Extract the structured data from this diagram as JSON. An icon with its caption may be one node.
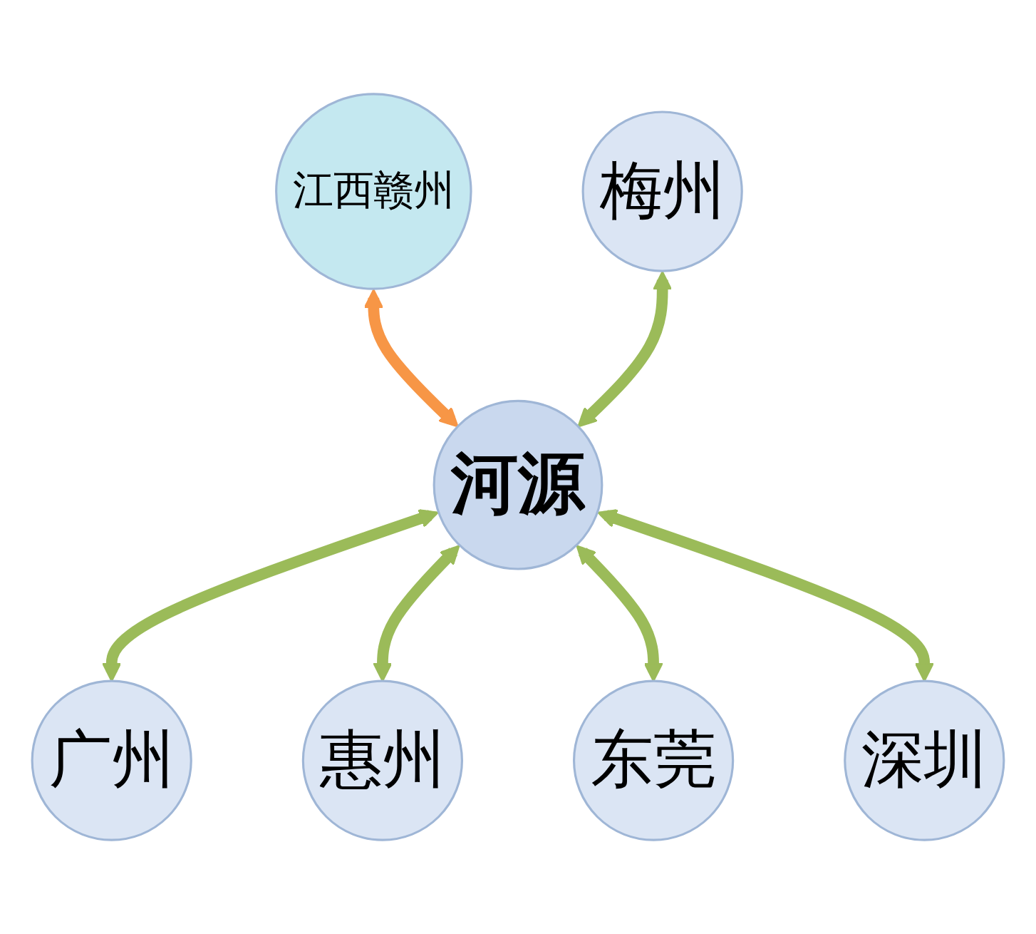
{
  "diagram": {
    "nodes": [
      {
        "text": [
          "江西赣州"
        ]
      },
      {
        "text": [
          "梅州"
        ]
      },
      {
        "text": [
          "河源"
        ]
      },
      {
        "text": [
          "广州"
        ]
      },
      {
        "text": [
          "惠州"
        ]
      },
      {
        "text": [
          "东莞"
        ]
      },
      {
        "text": [
          "深圳"
        ]
      }
    ],
    "edges": [
      {
        "from": 0,
        "to": 2,
        "arrow": "both",
        "color": "#f79646"
      },
      {
        "from": 1,
        "to": 2,
        "arrow": "both"
      },
      {
        "from": 2,
        "to": 3,
        "arrow": "both"
      },
      {
        "from": 2,
        "to": 4,
        "arrow": "both"
      },
      {
        "from": 2,
        "to": 5,
        "arrow": "both"
      },
      {
        "from": 2,
        "to": 6,
        "arrow": "both"
      }
    ]
  }
}
